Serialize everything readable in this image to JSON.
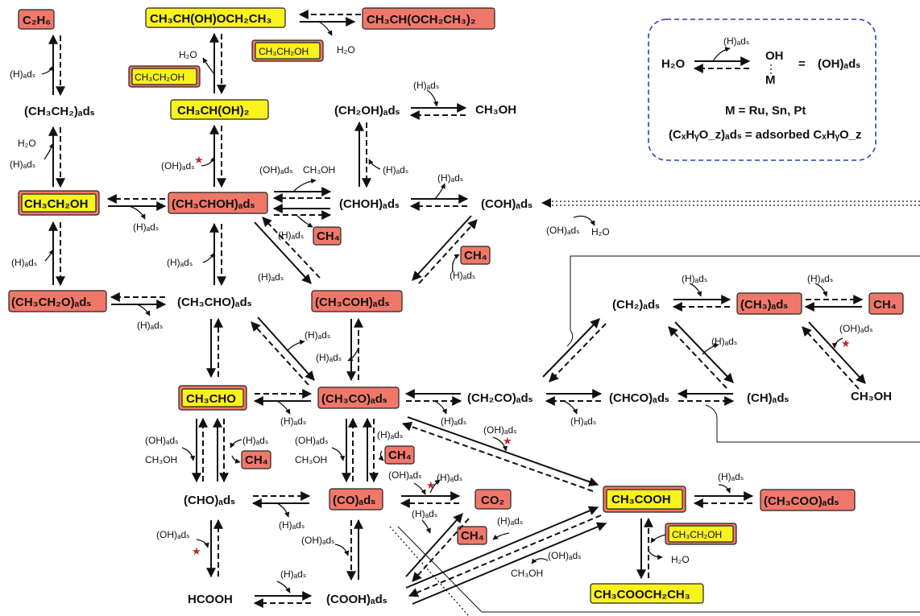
{
  "species": {
    "c2h6": "C₂H₆",
    "hemiacetal": "CH₃CH(OH)OCH₂CH₃",
    "acetal": "CH₃CH(OCH₂CH₃)₂",
    "ethyl_ads": "(CH₃CH₂)ₐdₛ",
    "gem_diol": "CH₃CH(OH)₂",
    "ch2oh_ads": "(CH₂OH)ₐdₛ",
    "ch3oh": "CH₃OH",
    "ethanol": "CH₃CH₂OH",
    "ch3choh_ads": "(CH₃CHOH)ₐdₛ",
    "choh_ads": "(CHOH)ₐdₛ",
    "coh_ads": "(COH)ₐdₛ",
    "ethoxy_ads": "(CH₃CH₂O)ₐdₛ",
    "ch3cho_ads": "(CH₃CHO)ₐdₛ",
    "ch3coh_ads": "(CH₃COH)ₐdₛ",
    "ch2_ads": "(CH₂)ₐdₛ",
    "ch3_ads": "(CH₃)ₐdₛ",
    "ch4": "CH₄",
    "acetaldehyde": "CH₃CHO",
    "acetyl_ads": "(CH₃CO)ₐdₛ",
    "ketene_ads": "(CH₂CO)ₐdₛ",
    "chco_ads": "(CHCO)ₐdₛ",
    "ch_ads": "(CH)ₐdₛ",
    "cho_ads": "(CHO)ₐdₛ",
    "co_ads": "(CO)ₐdₛ",
    "co2": "CO₂",
    "acetic_acid": "CH₃COOH",
    "acetate_ads": "(CH₃COO)ₐdₛ",
    "formic_acid": "HCOOH",
    "cooh_ads": "(COOH)ₐdₛ",
    "ethyl_acetate": "CH₃COOCH₂CH₃",
    "h2o": "H₂O"
  },
  "labels": {
    "h_ads": "(H)ₐdₛ",
    "oh_ads": "(OH)ₐdₛ"
  },
  "legend": {
    "h2o": "H₂O",
    "h_ads": "(H)ₐdₛ",
    "oh_top": "OH",
    "m_bottom": "M",
    "equals": "=",
    "oh_ads": "(OH)ₐdₛ",
    "metals": "M = Ru, Sn, Pt",
    "adsorbed_def": "(CₓHᵧO_z)ₐdₛ = adsorbed CₓHᵧO_z"
  },
  "colors": {
    "product_box": "#f0786a",
    "intermediate_box": "#f8f21e",
    "legend_border": "#2b3fbd",
    "star": "#c0272d"
  }
}
